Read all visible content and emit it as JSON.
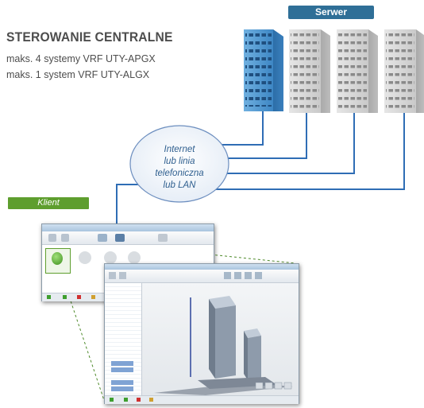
{
  "heading": "STEROWANIE CENTRALNE",
  "specs": [
    "maks. 4 systemy VRF UTY-APGX",
    "maks. 1 system VRF UTY-ALGX"
  ],
  "server_label": "Serwer",
  "client_label": "Klient",
  "network_lines": [
    "Internet",
    "lub linia",
    "telefoniczna",
    "lub LAN"
  ],
  "colors": {
    "server_badge": "#2f6f97",
    "client_badge": "#5e9e2e",
    "link_line": "#2f6db5",
    "building_blue": "#4a90c8",
    "building_gray": "#c8c8c8",
    "cloud_border": "#6c8ebf"
  }
}
